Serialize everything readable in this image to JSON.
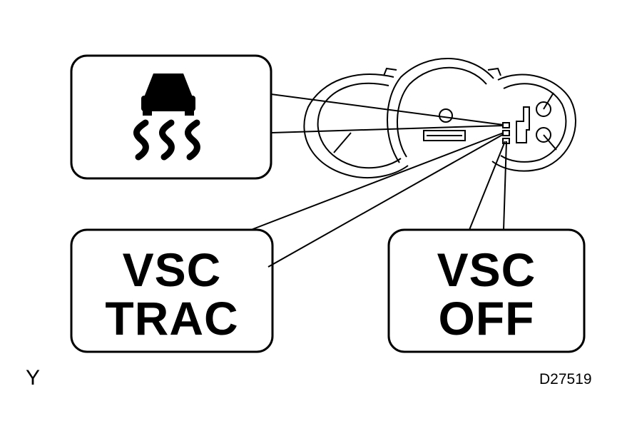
{
  "callouts": {
    "slip_indicator": {
      "icon": "skid-car-icon"
    },
    "vsc_trac": {
      "line1": "VSC",
      "line2": "TRAC"
    },
    "vsc_off": {
      "line1": "VSC",
      "line2": "OFF"
    }
  },
  "corner_letter": "Y",
  "figure_code": "D27519",
  "colors": {
    "ink": "#000000",
    "background": "#ffffff"
  }
}
